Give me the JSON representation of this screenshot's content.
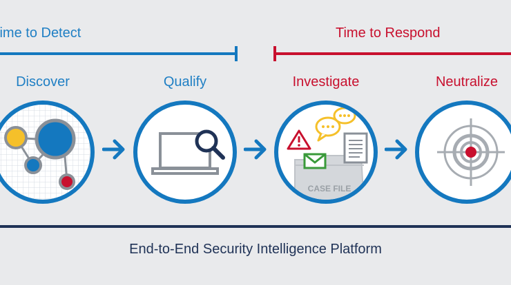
{
  "phases": {
    "detect_label": "Time to Detect",
    "respond_label": "Time to Respond"
  },
  "stages": [
    {
      "label": "Discover",
      "icon": "network-nodes-icon"
    },
    {
      "label": "Qualify",
      "icon": "laptop-magnifier-icon"
    },
    {
      "label": "Investigate",
      "icon": "case-file-icon"
    },
    {
      "label": "Neutralize",
      "icon": "target-crosshair-icon"
    }
  ],
  "case_file_text": "CASE FILE",
  "footer": "End-to-End Security Intelligence Platform",
  "colors": {
    "blue": "#1478bf",
    "red": "#c8102e",
    "navy": "#1f3256",
    "yellow": "#f5c02a",
    "background": "#e9eaec"
  }
}
